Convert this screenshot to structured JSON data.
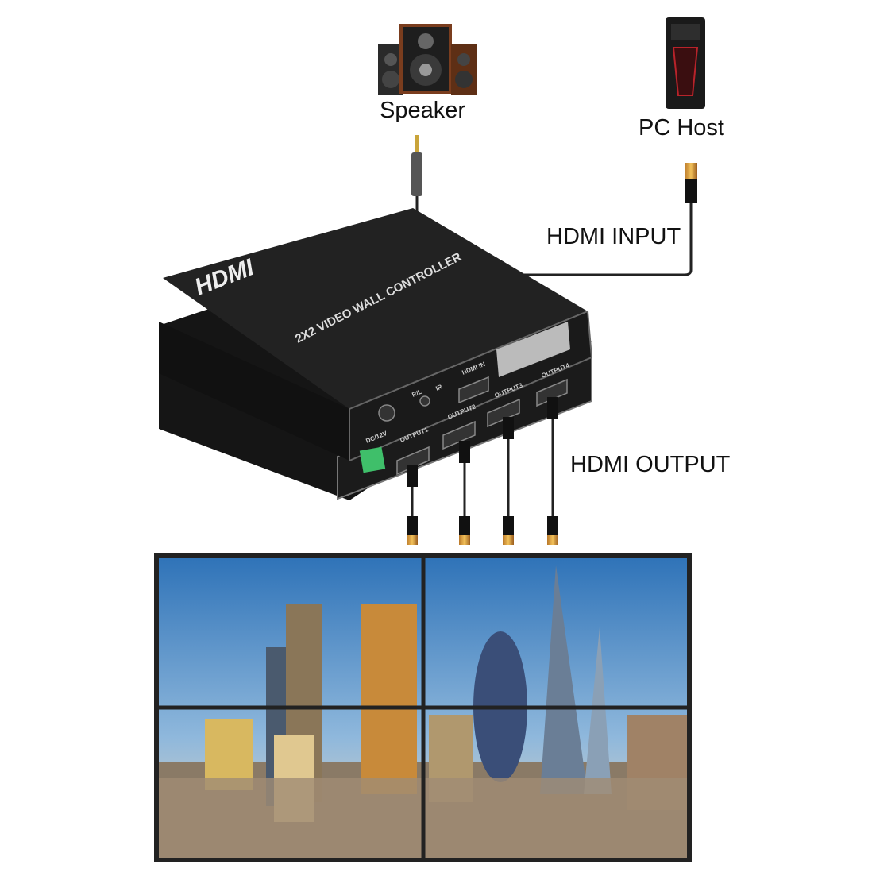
{
  "labels": {
    "speaker": "Speaker",
    "pc_host": "PC Host",
    "hdmi_input": "HDMI INPUT",
    "hdmi_output": "HDMI OUTPUT"
  },
  "device": {
    "logo": "HDMI",
    "title": "2X2 VIDEO WALL CONTROLLER",
    "ports": {
      "hdmi_in": "HDMI IN",
      "ir": "IR",
      "audio": "R/L",
      "power": "DC/12V",
      "output1": "OUTPUT1",
      "output2": "OUTPUT2",
      "output3": "OUTPUT3",
      "output4": "OUTPUT4"
    }
  },
  "colors": {
    "device_body": "#1c1c1e",
    "connector_gold": "#d9b13a",
    "terminal_green": "#3fbf6a",
    "sky_top": "#2f73b8",
    "sky_bottom": "#cfe0ee"
  }
}
